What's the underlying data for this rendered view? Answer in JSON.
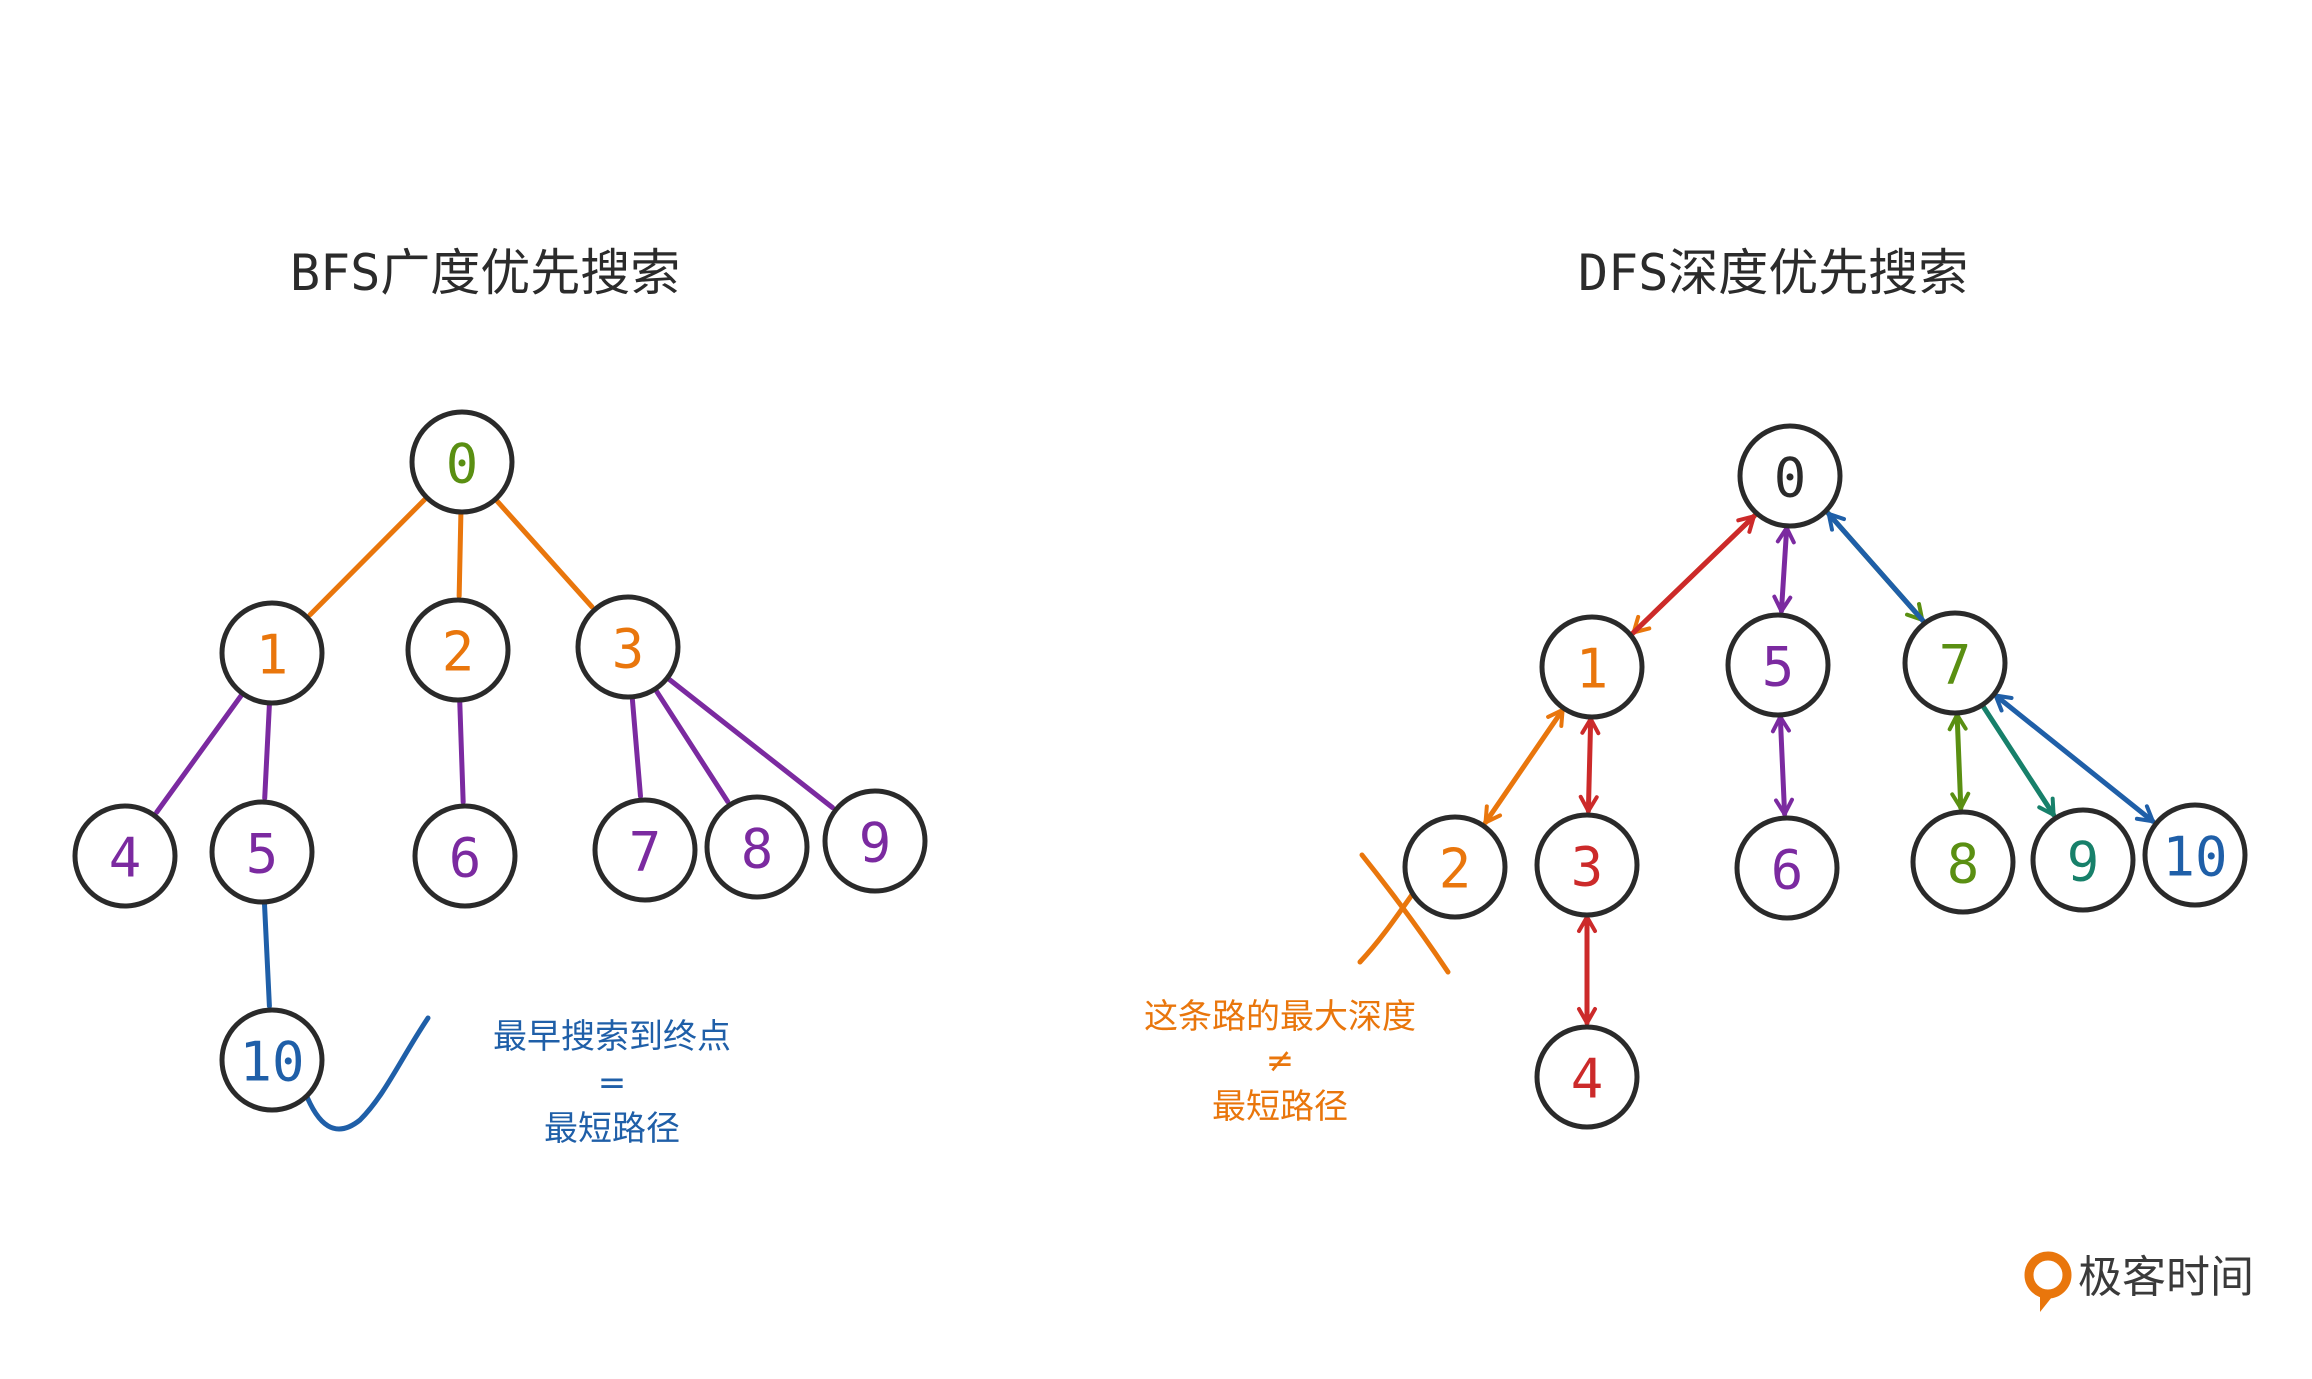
{
  "colors": {
    "orange": "#e9760c",
    "purple": "#7b2aa0",
    "green": "#5a8f12",
    "teal": "#17806a",
    "blue": "#1f5fa8",
    "red": "#cc2a2a",
    "dark": "#2a2a2a",
    "brand": "#e9760c"
  },
  "bfs": {
    "title": "BFS广度优先搜索",
    "nodes": [
      {
        "id": "0",
        "label": "0",
        "color": "green"
      },
      {
        "id": "1",
        "label": "1",
        "color": "orange"
      },
      {
        "id": "2",
        "label": "2",
        "color": "orange"
      },
      {
        "id": "3",
        "label": "3",
        "color": "orange"
      },
      {
        "id": "4",
        "label": "4",
        "color": "purple"
      },
      {
        "id": "5",
        "label": "5",
        "color": "purple"
      },
      {
        "id": "6",
        "label": "6",
        "color": "purple"
      },
      {
        "id": "7",
        "label": "7",
        "color": "purple"
      },
      {
        "id": "8",
        "label": "8",
        "color": "purple"
      },
      {
        "id": "9",
        "label": "9",
        "color": "purple"
      },
      {
        "id": "10",
        "label": "10",
        "color": "blue"
      }
    ],
    "edges": [
      {
        "from": "0",
        "to": "1",
        "color": "orange"
      },
      {
        "from": "0",
        "to": "2",
        "color": "orange"
      },
      {
        "from": "0",
        "to": "3",
        "color": "orange"
      },
      {
        "from": "1",
        "to": "4",
        "color": "purple"
      },
      {
        "from": "1",
        "to": "5",
        "color": "purple"
      },
      {
        "from": "2",
        "to": "6",
        "color": "purple"
      },
      {
        "from": "3",
        "to": "7",
        "color": "purple"
      },
      {
        "from": "3",
        "to": "8",
        "color": "purple"
      },
      {
        "from": "3",
        "to": "9",
        "color": "purple"
      },
      {
        "from": "5",
        "to": "10",
        "color": "blue"
      }
    ],
    "note": {
      "lines": [
        "最早搜索到终点",
        "=",
        "最短路径"
      ],
      "color": "blue"
    }
  },
  "dfs": {
    "title": "DFS深度优先搜索",
    "nodes": [
      {
        "id": "0",
        "label": "0",
        "color": "dark"
      },
      {
        "id": "1",
        "label": "1",
        "color": "orange"
      },
      {
        "id": "5",
        "label": "5",
        "color": "purple"
      },
      {
        "id": "7",
        "label": "7",
        "color": "green"
      },
      {
        "id": "2",
        "label": "2",
        "color": "orange"
      },
      {
        "id": "3",
        "label": "3",
        "color": "red"
      },
      {
        "id": "6",
        "label": "6",
        "color": "purple"
      },
      {
        "id": "8",
        "label": "8",
        "color": "green"
      },
      {
        "id": "9",
        "label": "9",
        "color": "teal"
      },
      {
        "id": "10",
        "label": "10",
        "color": "blue"
      },
      {
        "id": "4",
        "label": "4",
        "color": "red"
      }
    ],
    "edges": [
      {
        "from": "0",
        "to": "1",
        "color": "orange",
        "arrow": "end"
      },
      {
        "from": "1",
        "to": "0",
        "color": "red",
        "arrow": "end"
      },
      {
        "from": "0",
        "to": "5",
        "color": "purple",
        "arrow": "both"
      },
      {
        "from": "0",
        "to": "7",
        "color": "green",
        "arrow": "end"
      },
      {
        "from": "7",
        "to": "0",
        "color": "blue",
        "arrow": "end"
      },
      {
        "from": "1",
        "to": "2",
        "color": "orange",
        "arrow": "both"
      },
      {
        "from": "1",
        "to": "3",
        "color": "red",
        "arrow": "both"
      },
      {
        "from": "5",
        "to": "6",
        "color": "purple",
        "arrow": "both"
      },
      {
        "from": "7",
        "to": "8",
        "color": "green",
        "arrow": "both"
      },
      {
        "from": "7",
        "to": "9",
        "color": "teal",
        "arrow": "end"
      },
      {
        "from": "7",
        "to": "10",
        "color": "blue",
        "arrow": "both"
      },
      {
        "from": "3",
        "to": "4",
        "color": "red",
        "arrow": "both"
      }
    ],
    "cross_mark_on": "2",
    "note": {
      "lines": [
        "这条路的最大深度",
        "≠",
        "最短路径"
      ],
      "color": "orange"
    }
  },
  "brand": {
    "name": "极客时间"
  }
}
